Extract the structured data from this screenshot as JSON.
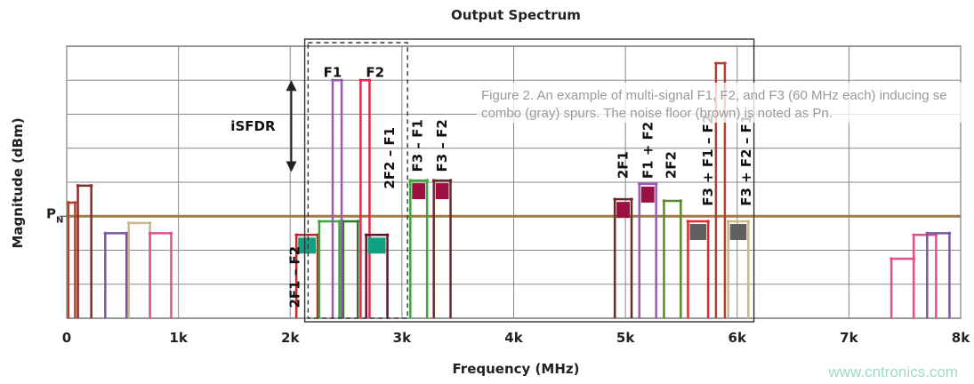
{
  "chart_data": {
    "type": "bar",
    "title": "Output Spectrum",
    "xlabel": "Frequency (MHz)",
    "ylabel": "Magnitude (dBm)",
    "xlim": [
      0,
      8000
    ],
    "x_ticks": [
      {
        "value": 0,
        "label": "0"
      },
      {
        "value": 1000,
        "label": "1k"
      },
      {
        "value": 2000,
        "label": "2k"
      },
      {
        "value": 3000,
        "label": "3k"
      },
      {
        "value": 4000,
        "label": "4k"
      },
      {
        "value": 5000,
        "label": "5k"
      },
      {
        "value": 6000,
        "label": "6k"
      },
      {
        "value": 7000,
        "label": "7k"
      },
      {
        "value": 8000,
        "label": "8k"
      }
    ],
    "y_marker": {
      "label": "P",
      "subscript": "N",
      "level": 3.0
    },
    "ylim": [
      0,
      8
    ],
    "grid": true,
    "noise_floor": {
      "level": 3.0,
      "color": "#a07a4a"
    },
    "isfdr_label": "iSFDR",
    "isfdr_range": [
      4.3,
      7.0
    ],
    "spurs": [
      {
        "x": 45,
        "w": 60,
        "level": 3.4,
        "color": "#b5402a",
        "fill": ""
      },
      {
        "x": 160,
        "w": 120,
        "level": 3.9,
        "color": "#8a2a2a",
        "fill": ""
      },
      {
        "x": 440,
        "w": 190,
        "level": 2.5,
        "color": "#7a58a0",
        "fill": ""
      },
      {
        "x": 650,
        "w": 190,
        "level": 2.8,
        "color": "#c8b88a",
        "fill": ""
      },
      {
        "x": 840,
        "w": 190,
        "level": 2.5,
        "color": "#e0508a",
        "fill": ""
      },
      {
        "x": 2150,
        "w": 190,
        "level": 2.45,
        "color": "#c0282a",
        "fill": "#10a080"
      },
      {
        "x": 2350,
        "w": 180,
        "level": 2.85,
        "color": "#3aa83a",
        "fill": ""
      },
      {
        "x": 2540,
        "w": 130,
        "level": 2.85,
        "color": "#2a7a2a",
        "fill": ""
      },
      {
        "x": 2420,
        "w": 80,
        "level": 7.0,
        "color": "#9a5ab0",
        "fill": ""
      },
      {
        "x": 2670,
        "w": 80,
        "level": 7.0,
        "color": "#e02a4a",
        "fill": ""
      },
      {
        "x": 2775,
        "w": 190,
        "level": 2.45,
        "color": "#5a1a2a",
        "fill": "#10a080"
      },
      {
        "x": 3150,
        "w": 150,
        "level": 4.05,
        "color": "#3aa83a",
        "fill": "#9a1040"
      },
      {
        "x": 3360,
        "w": 150,
        "level": 4.05,
        "color": "#6a2a2a",
        "fill": "#9a1040"
      },
      {
        "x": 4980,
        "w": 150,
        "level": 3.5,
        "color": "#6a2a2a",
        "fill": "#9a1040"
      },
      {
        "x": 5200,
        "w": 150,
        "level": 3.95,
        "color": "#9a5ab0",
        "fill": "#9a1040"
      },
      {
        "x": 5420,
        "w": 150,
        "level": 3.45,
        "color": "#5a8a2a",
        "fill": ""
      },
      {
        "x": 5650,
        "w": 180,
        "level": 2.85,
        "color": "#e02a2a",
        "fill": "#606060"
      },
      {
        "x": 5850,
        "w": 80,
        "level": 7.5,
        "color": "#b5402a",
        "fill": ""
      },
      {
        "x": 6010,
        "w": 180,
        "level": 2.85,
        "color": "#c8b88a",
        "fill": "#606060"
      },
      {
        "x": 7480,
        "w": 200,
        "level": 1.75,
        "color": "#e0508a",
        "fill": ""
      },
      {
        "x": 7680,
        "w": 200,
        "level": 2.45,
        "color": "#e0508a",
        "fill": ""
      },
      {
        "x": 7800,
        "w": 200,
        "level": 2.5,
        "color": "#7a58a0",
        "fill": ""
      }
    ],
    "labels": [
      {
        "text": "F1",
        "x": 2380,
        "level": 7.1,
        "rot": 0
      },
      {
        "text": "F2",
        "x": 2760,
        "level": 7.1,
        "rot": 0
      },
      {
        "text": "2F1 – F2",
        "x": 2080,
        "level": 0.3,
        "rot": -90
      },
      {
        "text": "2F2 – F1",
        "x": 2930,
        "level": 3.8,
        "rot": -90
      },
      {
        "text": "F3 – F1",
        "x": 3180,
        "level": 4.3,
        "rot": -90
      },
      {
        "text": "F3 – F2",
        "x": 3400,
        "level": 4.3,
        "rot": -90
      },
      {
        "text": "2F1",
        "x": 5020,
        "level": 4.1,
        "rot": -90
      },
      {
        "text": "F1 + F2",
        "x": 5240,
        "level": 4.1,
        "rot": -90
      },
      {
        "text": "2F2",
        "x": 5450,
        "level": 4.1,
        "rot": -90
      },
      {
        "text": "F3 + F1 – F2",
        "x": 5780,
        "level": 3.3,
        "rot": -90
      },
      {
        "text": "F3 + F2 – F1",
        "x": 6120,
        "level": 3.3,
        "rot": -90
      }
    ],
    "caption": [
      "Figure 2. An example of multi-signal F1, F2, and F3 (60 MHz each) inducing se",
      "combo (gray) spurs. The noise floor (brown) is noted as Pn."
    ],
    "watermark": "www.cntronics.com"
  }
}
